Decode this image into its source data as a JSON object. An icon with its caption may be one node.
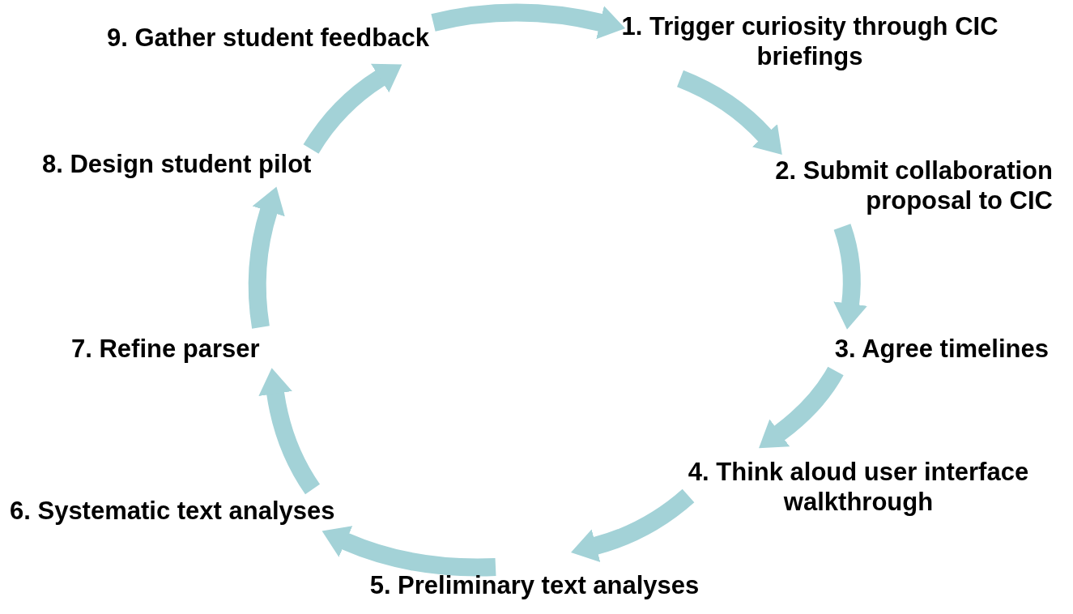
{
  "diagram": {
    "nodes": [
      {
        "text": [
          "1. Trigger curiosity through CIC briefings"
        ]
      },
      {
        "text": [
          "2. Submit collaboration proposal to CIC"
        ]
      },
      {
        "text": [
          "3. Agree timelines"
        ]
      },
      {
        "text": [
          "4. Think aloud user interface walkthrough"
        ]
      },
      {
        "text": [
          "5. Preliminary text analyses"
        ]
      },
      {
        "text": [
          "6. Systematic text analyses"
        ]
      },
      {
        "text": [
          "7. Refine parser"
        ]
      },
      {
        "text": [
          "8. Design student pilot"
        ]
      },
      {
        "text": [
          "9. Gather student feedback"
        ]
      }
    ],
    "edges": [
      {
        "from": 8,
        "to": 0,
        "arrow": "to"
      },
      {
        "from": 0,
        "to": 1,
        "arrow": "to"
      },
      {
        "from": 1,
        "to": 2,
        "arrow": "to"
      },
      {
        "from": 2,
        "to": 3,
        "arrow": "to"
      },
      {
        "from": 3,
        "to": 4,
        "arrow": "to"
      },
      {
        "from": 4,
        "to": 5,
        "arrow": "to"
      },
      {
        "from": 5,
        "to": 6,
        "arrow": "to"
      },
      {
        "from": 6,
        "to": 7,
        "arrow": "to"
      },
      {
        "from": 7,
        "to": 8,
        "arrow": "to"
      }
    ]
  }
}
